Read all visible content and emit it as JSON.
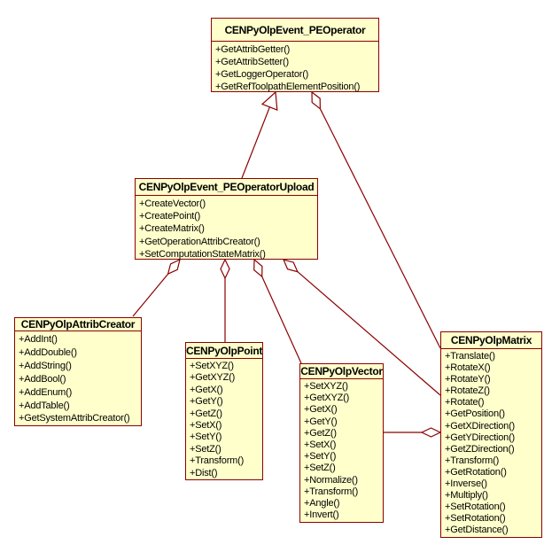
{
  "diagram_title": "",
  "colors": {
    "box_fill": "#ffffcc",
    "box_border": "#8b0000",
    "text": "#000000",
    "background": "#ffffff"
  },
  "classes": [
    {
      "name": "CENPyOlpEvent_PEOperator",
      "methods": [
        "+GetAttribGetter()",
        "+GetAttribSetter()",
        "+GetLoggerOperator()",
        "+GetRefToolpathElementPosition()"
      ]
    },
    {
      "name": "CENPyOlpEvent_PEOperatorUpload",
      "methods": [
        "+CreateVector()",
        "+CreatePoint()",
        "+CreateMatrix()",
        "+GetOperationAttribCreator()",
        "+SetComputationStateMatrix()"
      ]
    },
    {
      "name": "CENPyOlpAttribCreator",
      "methods": [
        "+AddInt()",
        "+AddDouble()",
        "+AddString()",
        "+AddBool()",
        "+AddEnum()",
        "+AddTable()",
        "+GetSystemAttribCreator()"
      ]
    },
    {
      "name": "CENPyOlpPoint",
      "methods": [
        "+SetXYZ()",
        "+GetXYZ()",
        "+GetX()",
        "+GetY()",
        "+GetZ()",
        "+SetX()",
        "+SetY()",
        "+SetZ()",
        "+Transform()",
        "+Dist()"
      ]
    },
    {
      "name": "CENPyOlpVector",
      "methods": [
        "+SetXYZ()",
        "+GetXYZ()",
        "+GetX()",
        "+GetY()",
        "+GetZ()",
        "+SetX()",
        "+SetY()",
        "+SetZ()",
        "+Normalize()",
        "+Transform()",
        "+Angle()",
        "+Invert()"
      ]
    },
    {
      "name": "CENPyOlpMatrix",
      "methods": [
        "+Translate()",
        "+RotateX()",
        "+RotateY()",
        "+RotateZ()",
        "+Rotate()",
        "+GetPosition()",
        "+GetXDirection()",
        "+GetYDirection()",
        "+GetZDirection()",
        "+Transform()",
        "+GetRotation()",
        "+Inverse()",
        "+Multiply()",
        "+SetRotation()",
        "+SetRotation()",
        "+GetDistance()"
      ]
    }
  ],
  "relationships": [
    {
      "type": "generalization",
      "from": "CENPyOlpEvent_PEOperatorUpload",
      "to": "CENPyOlpEvent_PEOperator"
    },
    {
      "type": "aggregation",
      "whole": "CENPyOlpEvent_PEOperator",
      "part": "CENPyOlpMatrix"
    },
    {
      "type": "aggregation",
      "whole": "CENPyOlpEvent_PEOperatorUpload",
      "part": "CENPyOlpAttribCreator"
    },
    {
      "type": "aggregation",
      "whole": "CENPyOlpEvent_PEOperatorUpload",
      "part": "CENPyOlpPoint"
    },
    {
      "type": "aggregation",
      "whole": "CENPyOlpEvent_PEOperatorUpload",
      "part": "CENPyOlpVector"
    },
    {
      "type": "aggregation",
      "whole": "CENPyOlpEvent_PEOperatorUpload",
      "part": "CENPyOlpMatrix"
    },
    {
      "type": "aggregation",
      "whole": "CENPyOlpMatrix",
      "part": "CENPyOlpVector"
    }
  ]
}
